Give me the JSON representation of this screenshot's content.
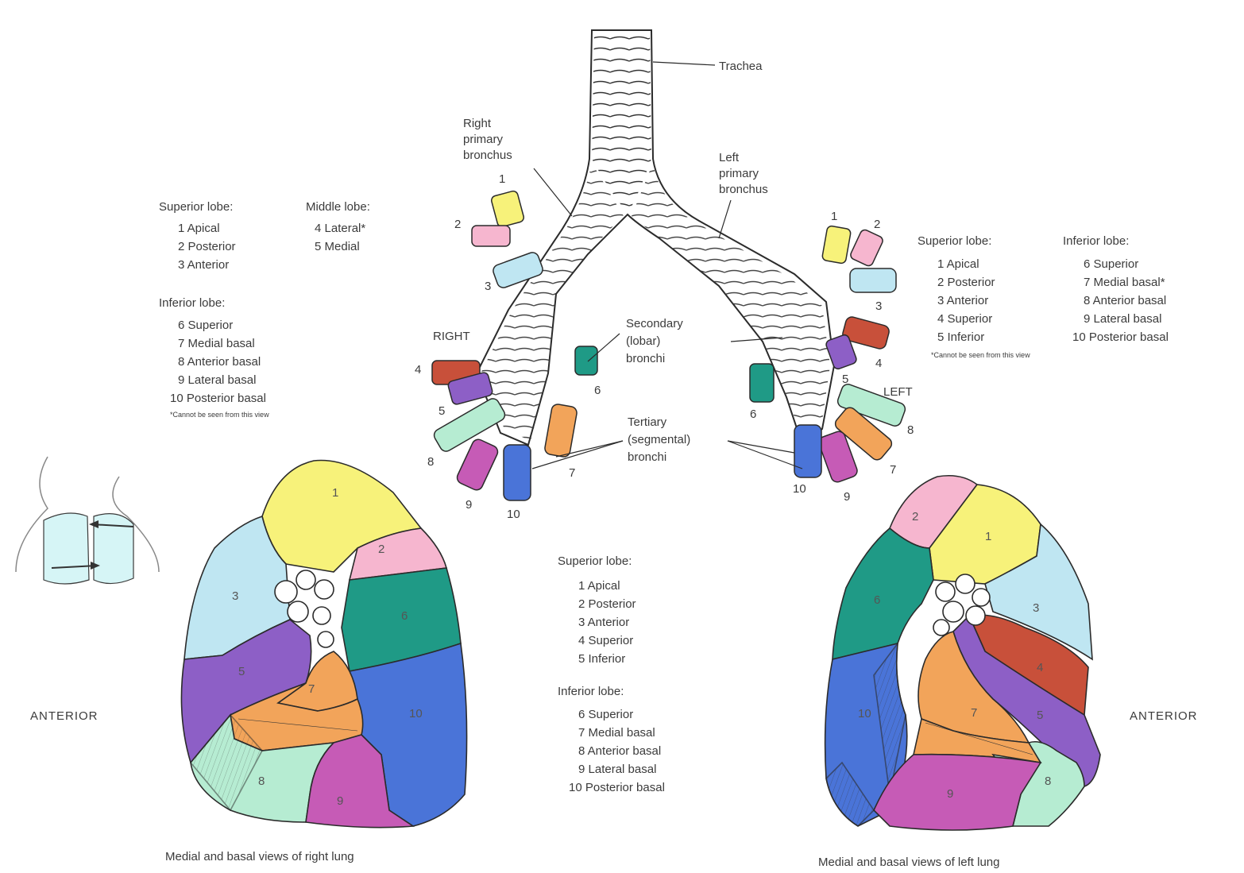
{
  "palette": {
    "yellow": "#f7f27a",
    "pink": "#f6b6cf",
    "light_blue": "#bfe6f2",
    "teal": "#1f9a86",
    "blue": "#4a74d8",
    "purple": "#8d5fc6",
    "orange": "#f2a45a",
    "mint": "#b6ecd2",
    "magenta": "#c65bb6",
    "red_brown": "#c8503a",
    "lung_outline": "#2b2b2b"
  },
  "tree_labels": {
    "trachea": "Trachea",
    "right_primary": [
      "Right",
      "primary",
      "bronchus"
    ],
    "left_primary": [
      "Left",
      "primary",
      "bronchus"
    ],
    "secondary": [
      "Secondary",
      "(lobar)",
      "bronchi"
    ],
    "tertiary": [
      "Tertiary",
      "(segmental)",
      "bronchi"
    ],
    "right_side": "RIGHT",
    "left_side": "LEFT"
  },
  "right_legend": {
    "superior_title": "Superior lobe:",
    "superior_items": [
      "1  Apical",
      "2  Posterior",
      "3  Anterior"
    ],
    "middle_title": "Middle lobe:",
    "middle_items": [
      "4  Lateral*",
      "5  Medial"
    ],
    "inferior_title": "Inferior lobe:",
    "inferior_items": [
      "6  Superior",
      "7  Medial basal",
      "8  Anterior basal",
      "9  Lateral basal",
      "10  Posterior basal"
    ],
    "note": "*Cannot be seen from this view"
  },
  "left_legend": {
    "superior_title": "Superior lobe:",
    "superior_items": [
      "1  Apical",
      "2  Posterior",
      "3  Anterior",
      "4  Superior",
      "5  Inferior"
    ],
    "inferior_title": "Inferior lobe:",
    "inferior_items": [
      "6  Superior",
      "7  Medial basal*",
      "8  Anterior basal",
      "9  Lateral basal",
      "10  Posterior basal"
    ],
    "note": "*Cannot be seen from this view"
  },
  "center_legend": {
    "superior_title": "Superior lobe:",
    "superior_items": [
      "1  Apical",
      "2  Posterior",
      "3  Anterior",
      "4  Superior",
      "5  Inferior"
    ],
    "inferior_title": "Inferior lobe:",
    "inferior_items": [
      "6  Superior",
      "7  Medial basal",
      "8  Anterior basal",
      "9  Lateral basal",
      "10  Posterior basal"
    ]
  },
  "views": {
    "anterior_left": "ANTERIOR",
    "anterior_right": "ANTERIOR",
    "right_caption": "Medial and basal views of right lung",
    "left_caption": "Medial and basal views of left lung"
  },
  "segment_numbers": {
    "right_bronchi": [
      "1",
      "2",
      "3",
      "4",
      "5",
      "6",
      "7",
      "8",
      "9",
      "10"
    ],
    "left_bronchi": [
      "1",
      "2",
      "3",
      "4",
      "5",
      "6",
      "7",
      "8",
      "9",
      "10"
    ],
    "right_lung": [
      "1",
      "2",
      "3",
      "5",
      "6",
      "7",
      "8",
      "9",
      "10"
    ],
    "left_lung": [
      "1",
      "2",
      "3",
      "4",
      "5",
      "6",
      "7",
      "8",
      "9",
      "10"
    ]
  }
}
